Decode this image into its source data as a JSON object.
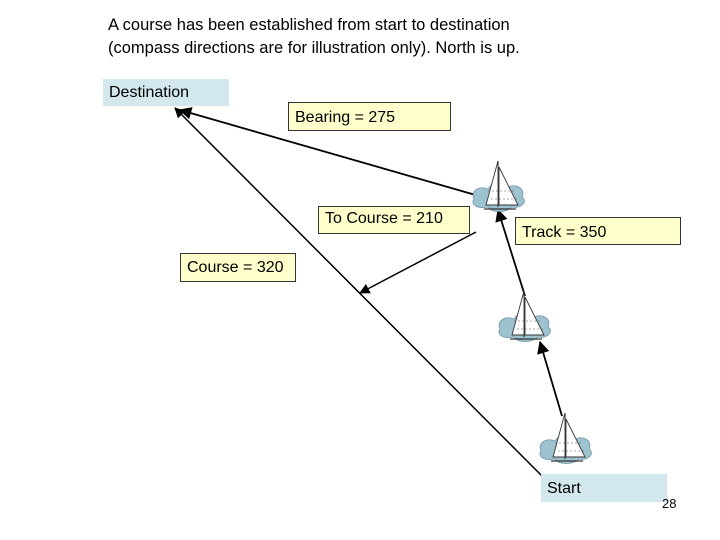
{
  "heading": {
    "line1": "A course has been established from start to destination",
    "line2": "(compass directions are for illustration only).  North is up."
  },
  "labels": {
    "destination": "Destination",
    "bearing": "Bearing = 275",
    "to_course": "To Course = 210",
    "track": "Track = 350",
    "course": "Course = 320",
    "start": "Start"
  },
  "page_number": "28",
  "icons": [
    "sailboat-icon",
    "sailboat-icon",
    "sailboat-icon"
  ],
  "colors": {
    "label_blue": "#d3e8ec",
    "label_yellow": "#ffffcc",
    "sailboat_water": "#9ec3d0"
  }
}
